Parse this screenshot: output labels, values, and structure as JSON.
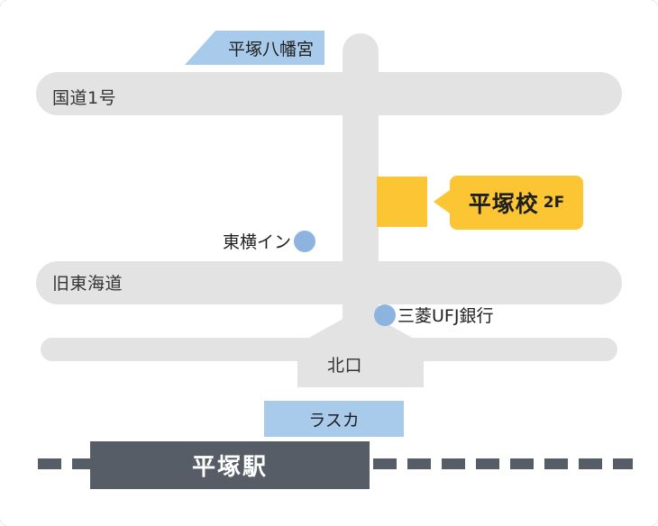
{
  "map": {
    "title": "Hiratsuka campus access map",
    "background_color": "#ffffff",
    "road_color": "#e3e3e3",
    "accent_blue": "#a8cbeb",
    "accent_yellow": "#fbc534",
    "station_color": "#565d66",
    "marker_blue": "#8cb4de"
  },
  "roads": [
    {
      "name": "国道1号"
    },
    {
      "name": "旧東海道"
    }
  ],
  "banners": [
    {
      "label": "平塚八幡宮"
    }
  ],
  "buildings": [
    {
      "label": "ラスカ"
    }
  ],
  "pois": [
    {
      "label": "東横イン",
      "marker": "blue-circle",
      "label_side": "left"
    },
    {
      "label": "三菱UFJ銀行",
      "marker": "blue-circle",
      "label_side": "right"
    }
  ],
  "plaza": {
    "label": "北口"
  },
  "station": {
    "label": "平塚駅",
    "rail_dash_count_left": 2,
    "rail_dash_count_right": 8
  },
  "highlight": {
    "main_label": "平塚校",
    "floor_label": "2F"
  }
}
